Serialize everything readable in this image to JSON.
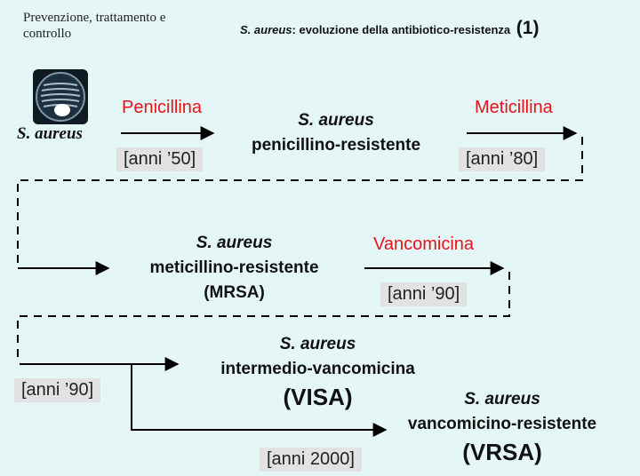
{
  "header": {
    "section_label": "Prevenzione, trattamento e controllo",
    "title_species": "S. aureus",
    "title_rest": ": evoluzione della antibiotico-resistenza",
    "title_number": "(1)"
  },
  "start": {
    "label": "S. aureus"
  },
  "drugs": {
    "penicillina": "Penicillina",
    "meticillina": "Meticillina",
    "vancomicina": "Vancomicina"
  },
  "eras": {
    "anni50": "[anni ’50]",
    "anni80": "[anni ’80]",
    "anni90_a": "[anni ’90]",
    "anni90_b": "[anni ’90]",
    "anni2000": "[anni 2000]"
  },
  "organisms": {
    "pen_res": {
      "line1": "S. aureus",
      "line2": "penicillino-resistente"
    },
    "mrsa": {
      "line1": "S. aureus",
      "line2": "meticillino-resistente",
      "line3": "(MRSA)"
    },
    "visa": {
      "line1": "S. aureus",
      "line2": "intermedio-vancomicina",
      "line3": "(VISA)"
    },
    "vrsa": {
      "line1": "S. aureus",
      "line2": "vancomicino-resistente",
      "line3": "(VRSA)"
    }
  },
  "colors": {
    "drug": "#e8121a",
    "era_bg": "#e2e2e2",
    "background": "#e4f6f6"
  }
}
